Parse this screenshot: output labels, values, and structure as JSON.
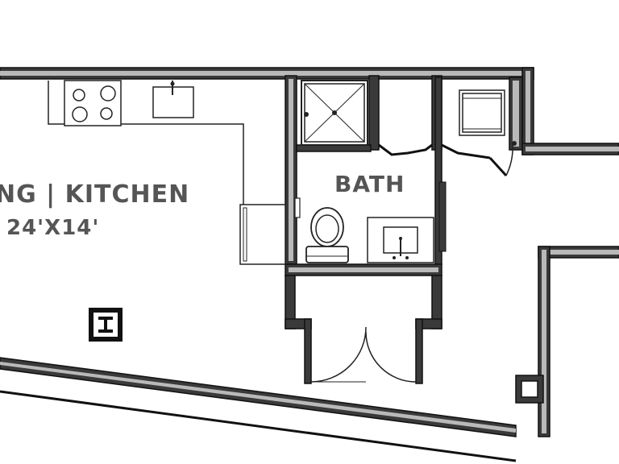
{
  "rooms": {
    "main": {
      "name": "NG | KITCHEN",
      "dimensions": "24'X14'"
    },
    "bath": {
      "name": "BATH"
    }
  },
  "colors": {
    "wall": "#3a3a3a",
    "wall_infill": "#b9b9b9",
    "line": "#222222",
    "label": "#555555"
  },
  "icons": {
    "stove": "cooktop-icon",
    "kitchen_sink": "sink-icon",
    "shower": "shower-icon",
    "toilet": "toilet-icon",
    "vanity": "vanity-sink-icon",
    "washer": "washer-icon",
    "hvac": "hvac-unit-icon"
  }
}
